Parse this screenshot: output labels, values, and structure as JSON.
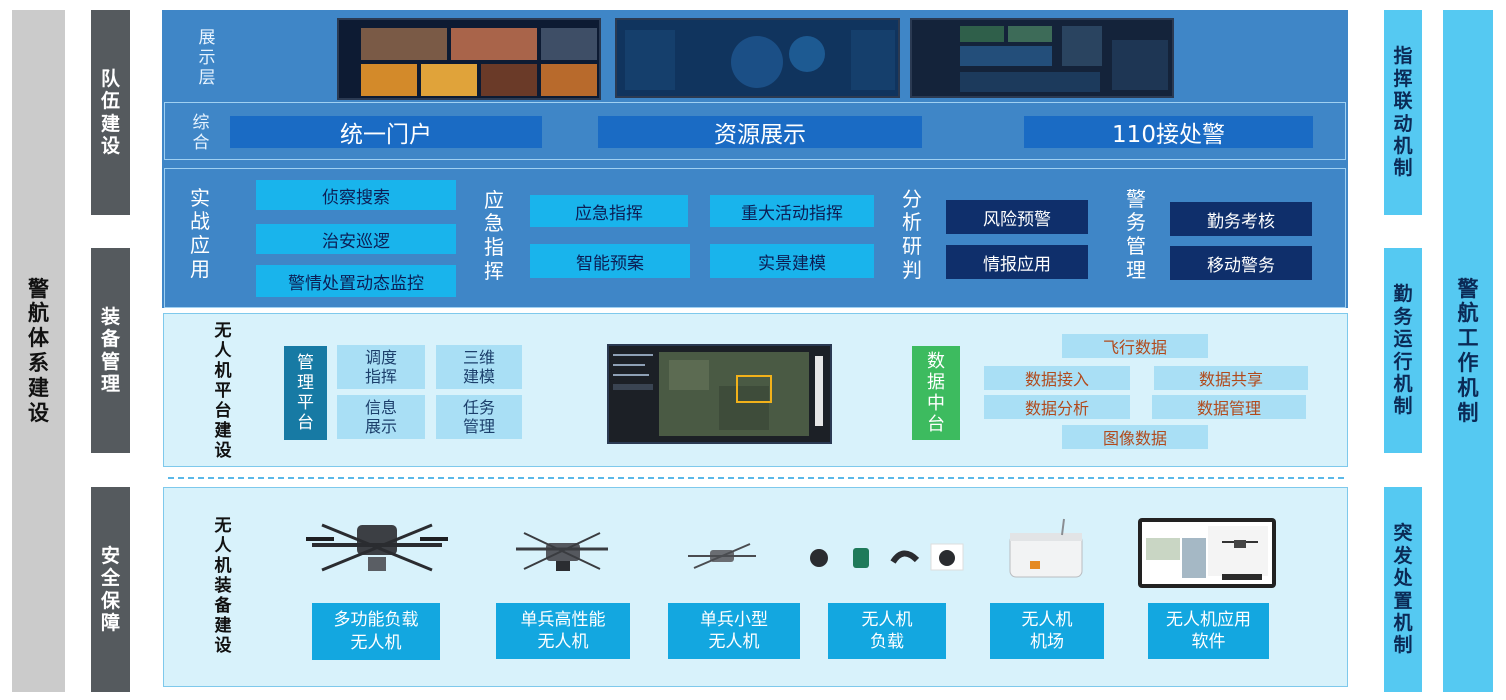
{
  "left_outer": "警航体系建设",
  "right_outer": "警航工作机制",
  "left_inner": [
    "队伍建设",
    "装备管理",
    "安全保障"
  ],
  "right_inner": [
    "指挥联动机制",
    "勤务运行机制",
    "突发处置机制"
  ],
  "display_layer": "展示层",
  "integrated": {
    "label": "综合",
    "items": [
      "统一门户",
      "资源展示",
      "110接处警"
    ]
  },
  "combat": {
    "label": "实战应用",
    "items": [
      "侦察搜索",
      "治安巡逻",
      "警情处置动态监控"
    ]
  },
  "emergency": {
    "label": "应急指挥",
    "items": [
      "应急指挥",
      "重大活动指挥",
      "智能预案",
      "实景建模"
    ]
  },
  "analysis": {
    "label": "分析研判",
    "items": [
      "风险预警",
      "情报应用"
    ]
  },
  "police_mgmt": {
    "label": "警务管理",
    "items": [
      "勤务考核",
      "移动警务"
    ]
  },
  "platform": {
    "title": "无人机平台建设",
    "mgmt_label": "管理平台",
    "modules": [
      "调度指挥",
      "三维建模",
      "信息展示",
      "任务管理"
    ],
    "data_center": "数据中台",
    "data_items": [
      "飞行数据",
      "数据接入",
      "数据共享",
      "数据分析",
      "数据管理",
      "图像数据"
    ]
  },
  "equipment": {
    "title": "无人机装备建设",
    "items": [
      "多功能负载无人机",
      "单兵高性能无人机",
      "单兵小型无人机",
      "无人机负载",
      "无人机机场",
      "无人机应用软件"
    ]
  },
  "colors": {
    "blue_panel": "#3f86c7",
    "portal_blue": "#1a6bc4",
    "cyan": "#19b4ec",
    "navy": "#0f2f6b",
    "light_panel": "#d8f2fb",
    "green": "#3dbb5f",
    "data_text": "#b14a1c"
  },
  "icons": [
    "drone-icon",
    "map-screen-icon",
    "monitor-wall-icon",
    "dock-station-icon",
    "camera-payload-icon"
  ]
}
